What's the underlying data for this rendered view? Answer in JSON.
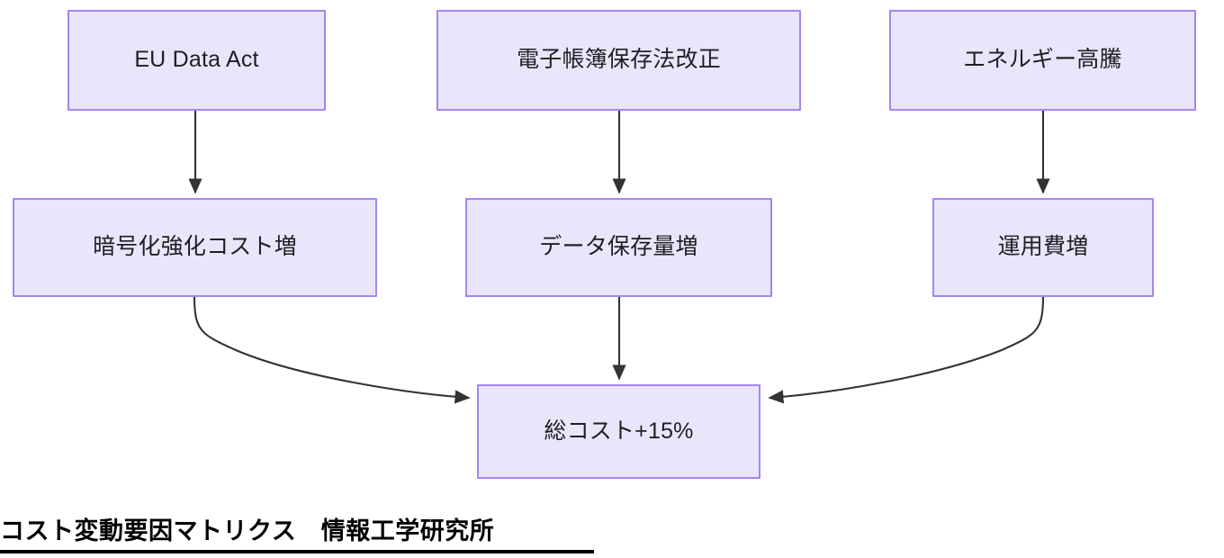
{
  "diagram": {
    "type": "flowchart",
    "title": "コスト変動要因マトリクス　情報工学研究所",
    "colors": {
      "node_fill": "#e9e6fc",
      "node_border": "#a785ee",
      "edge_stroke": "#333333",
      "text": "#1f1f22",
      "background": "#ffffff"
    },
    "nodes": [
      {
        "id": "eu-data-act",
        "label": "EU Data Act",
        "row": "top",
        "column": 1
      },
      {
        "id": "denshi-chobo",
        "label": "電子帳簿保存法改正",
        "row": "top",
        "column": 2
      },
      {
        "id": "energy-price",
        "label": "エネルギー高騰",
        "row": "top",
        "column": 3
      },
      {
        "id": "encryption-cost",
        "label": "暗号化強化コスト増",
        "row": "middle",
        "column": 1
      },
      {
        "id": "data-volume",
        "label": "データ保存量増",
        "row": "middle",
        "column": 2
      },
      {
        "id": "operation-cost",
        "label": "運用費増",
        "row": "middle",
        "column": 3
      },
      {
        "id": "total-cost",
        "label": "総コスト+15%",
        "row": "bottom",
        "column": 2
      }
    ],
    "edges": [
      {
        "from": "eu-data-act",
        "to": "encryption-cost",
        "shape": "straight-down"
      },
      {
        "from": "denshi-chobo",
        "to": "data-volume",
        "shape": "straight-down"
      },
      {
        "from": "energy-price",
        "to": "operation-cost",
        "shape": "straight-down"
      },
      {
        "from": "encryption-cost",
        "to": "total-cost",
        "shape": "curve-right"
      },
      {
        "from": "data-volume",
        "to": "total-cost",
        "shape": "straight-down"
      },
      {
        "from": "operation-cost",
        "to": "total-cost",
        "shape": "curve-left"
      }
    ]
  }
}
